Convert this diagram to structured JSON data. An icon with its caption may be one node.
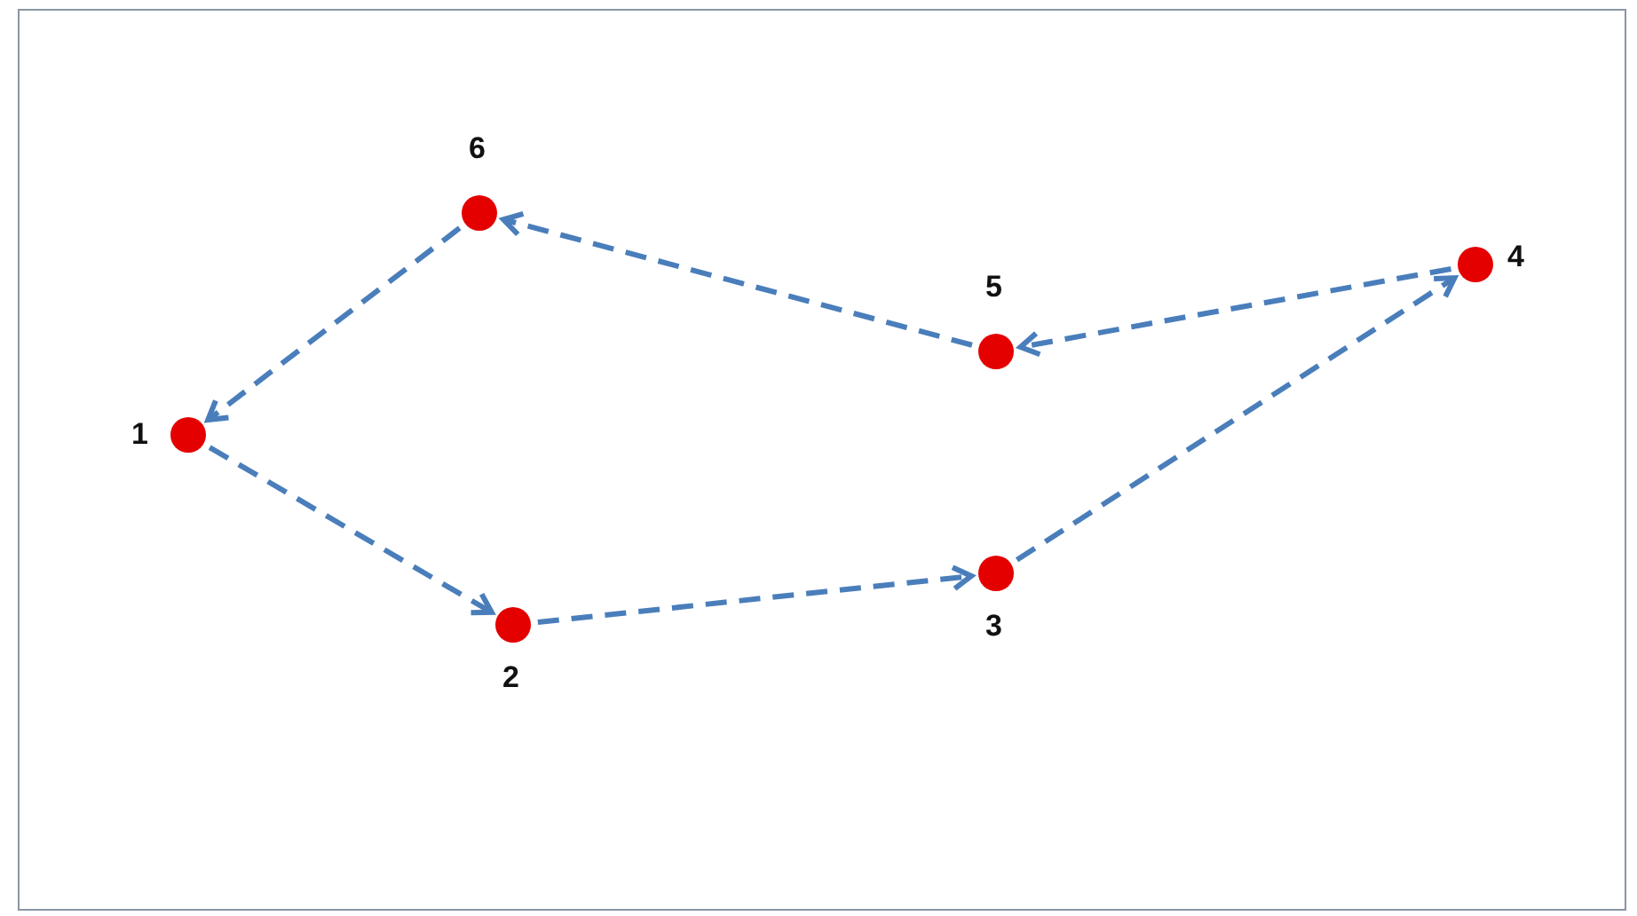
{
  "diagram": {
    "nodes": [
      {
        "text": [
          "1"
        ]
      },
      {
        "text": [
          "2"
        ]
      },
      {
        "text": [
          "3"
        ]
      },
      {
        "text": [
          "4"
        ]
      },
      {
        "text": [
          "5"
        ]
      },
      {
        "text": [
          "6"
        ]
      }
    ],
    "edges": [
      {
        "from": 0,
        "to": 1,
        "arrow": "to",
        "style": "dashed"
      },
      {
        "from": 1,
        "to": 2,
        "arrow": "to",
        "style": "dashed"
      },
      {
        "from": 2,
        "to": 3,
        "arrow": "to",
        "style": "dashed"
      },
      {
        "from": 3,
        "to": 4,
        "arrow": "to",
        "style": "dashed"
      },
      {
        "from": 4,
        "to": 5,
        "arrow": "to",
        "style": "dashed"
      },
      {
        "from": 5,
        "to": 0,
        "arrow": "to",
        "style": "dashed"
      }
    ]
  }
}
